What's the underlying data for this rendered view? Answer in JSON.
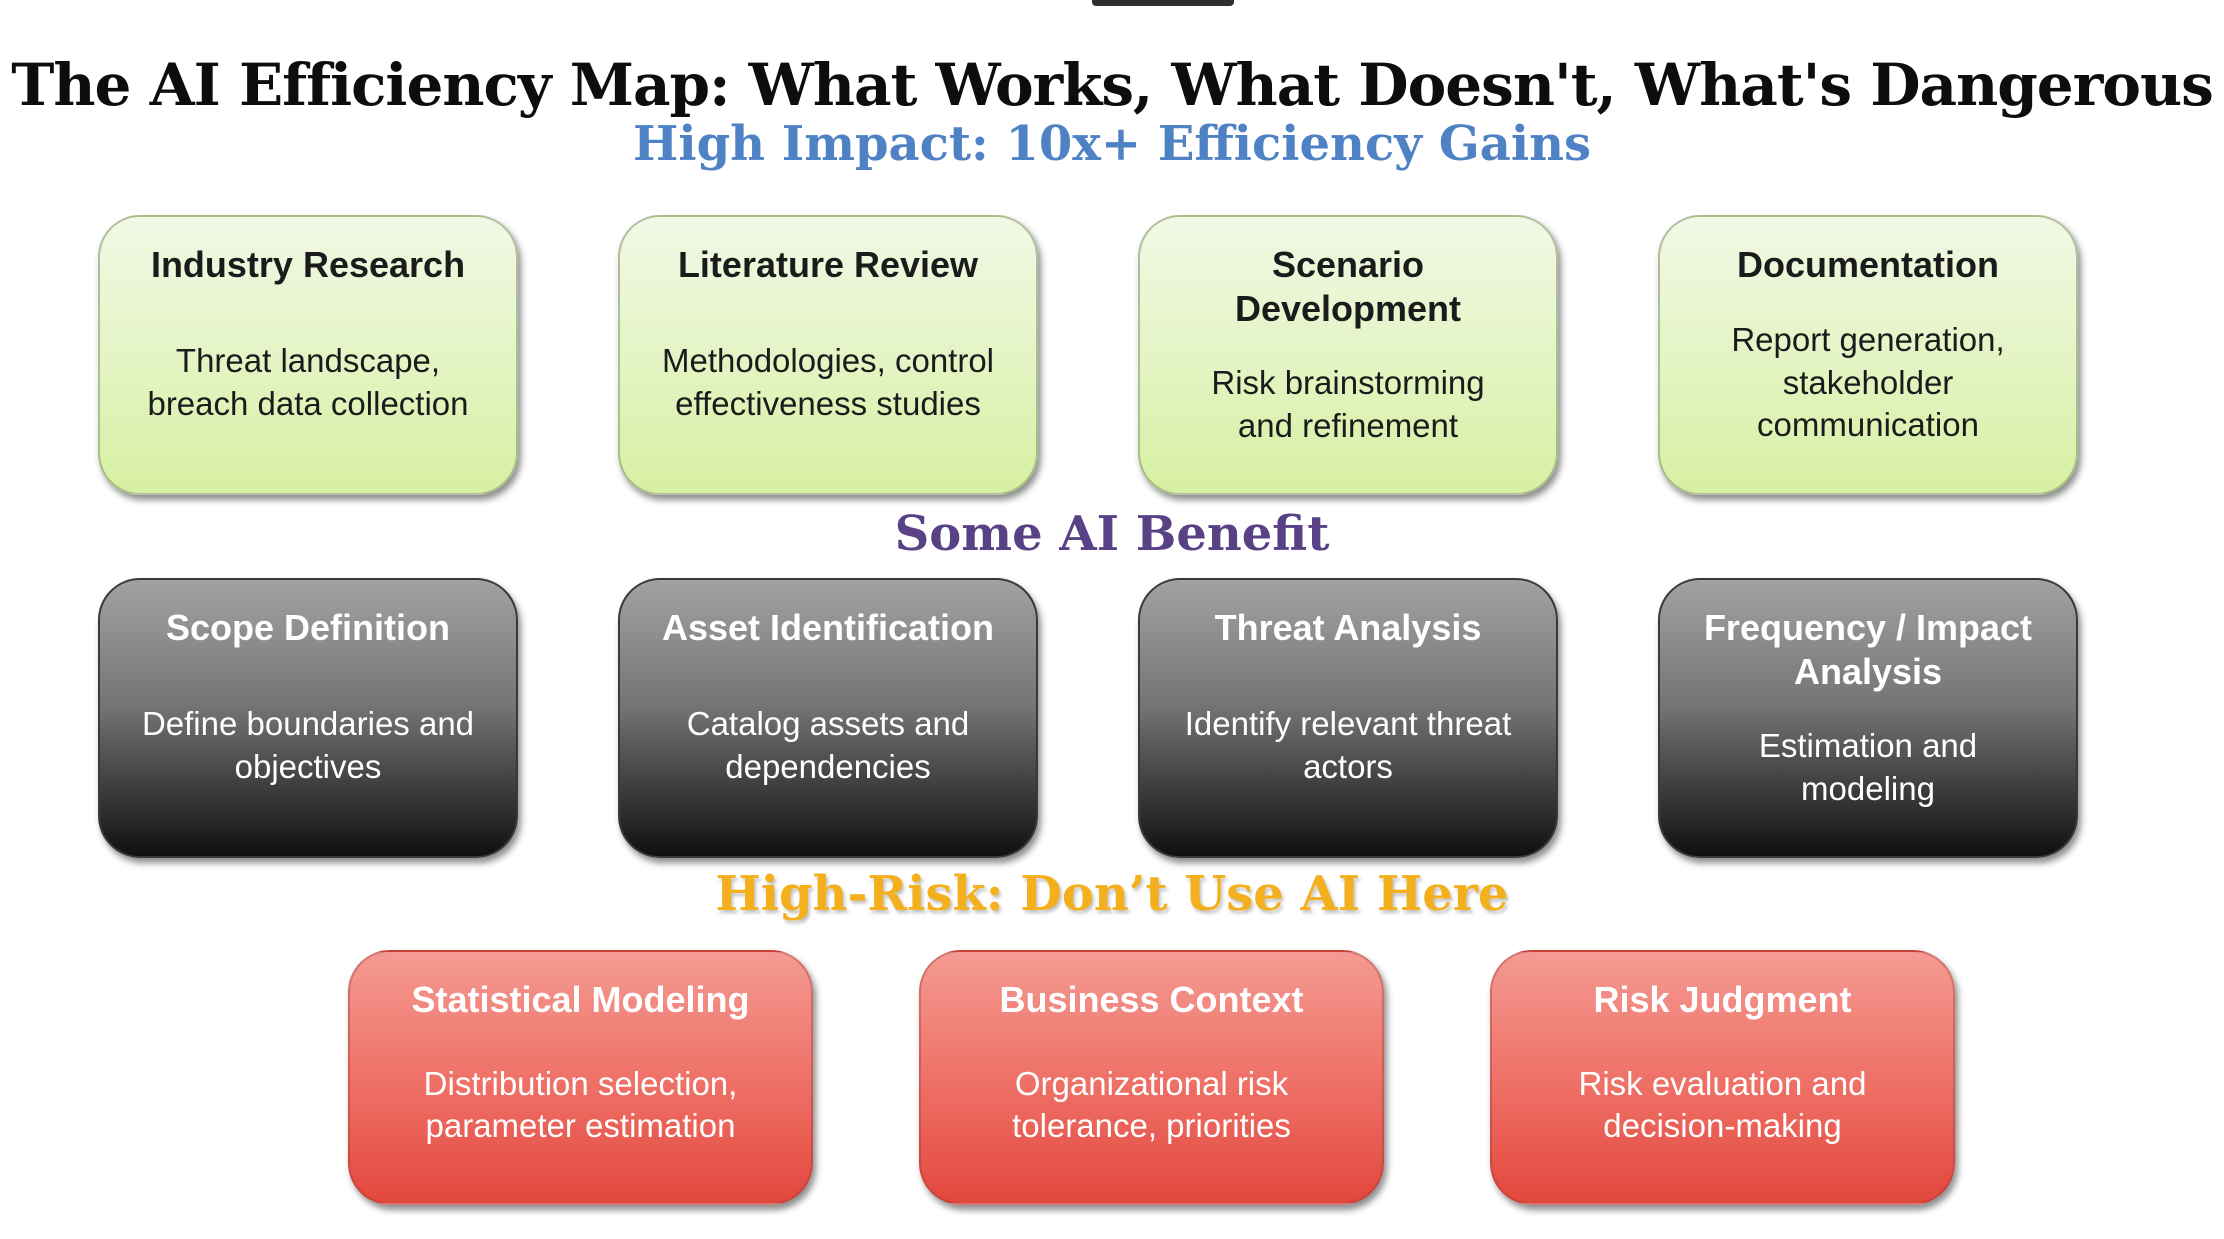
{
  "title": "The AI Efficiency Map: What Works, What Doesn't, What's Dangerous",
  "colors": {
    "high_impact_heading": "#4e82c4",
    "some_benefit_heading": "#594185",
    "high_risk_heading": "#f4b01c",
    "green_card_top": "#f1f8e6",
    "green_card_bottom": "#d7f0a2",
    "gray_card_top": "#a2a2a2",
    "gray_card_bottom": "#101010",
    "red_card_top": "#f49a92",
    "red_card_bottom": "#e2473d",
    "title_text": "#0d0d0d"
  },
  "sections": [
    {
      "heading": "High Impact: 10x+ Efficiency Gains",
      "cards": [
        {
          "title": "Industry Research",
          "body": "Threat landscape, breach data collection"
        },
        {
          "title": "Literature Review",
          "body": "Methodologies, control effectiveness studies"
        },
        {
          "title": "Scenario Development",
          "body": "Risk brainstorming and refinement"
        },
        {
          "title": "Documentation",
          "body": "Report generation, stakeholder communication"
        }
      ]
    },
    {
      "heading": "Some AI Benefit",
      "cards": [
        {
          "title": "Scope Definition",
          "body": "Define boundaries and objectives"
        },
        {
          "title": "Asset Identification",
          "body": "Catalog assets and dependencies"
        },
        {
          "title": "Threat Analysis",
          "body": "Identify relevant threat actors"
        },
        {
          "title": "Frequency / Impact Analysis",
          "body": "Estimation and modeling"
        }
      ]
    },
    {
      "heading": "High-Risk: Don’t Use AI Here",
      "cards": [
        {
          "title": "Statistical Modeling",
          "body": "Distribution selection, parameter estimation"
        },
        {
          "title": "Business Context",
          "body": "Organizational risk tolerance, priorities"
        },
        {
          "title": "Risk Judgment",
          "body": "Risk evaluation and decision-making"
        }
      ]
    }
  ]
}
